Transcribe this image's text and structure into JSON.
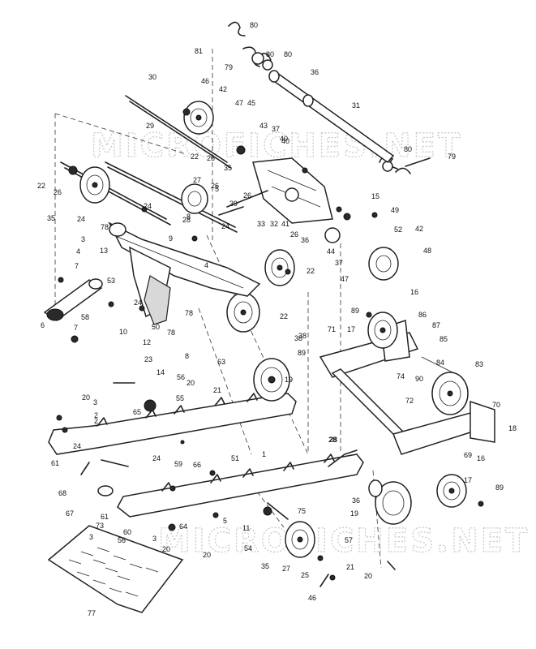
{
  "watermark": {
    "top": "MICROFICHES.NET",
    "bottom": "MICROFICHES.NET"
  },
  "callouts": [
    "80",
    "81",
    "80",
    "79",
    "80",
    "36",
    "30",
    "46",
    "42",
    "47",
    "45",
    "31",
    "29",
    "43",
    "37",
    "40",
    "80",
    "79",
    "22",
    "26",
    "35",
    "22",
    "26",
    "5",
    "35",
    "8",
    "39",
    "26",
    "27",
    "26",
    "24",
    "4",
    "3",
    "33",
    "32",
    "41",
    "15",
    "49",
    "78",
    "28",
    "24",
    "24",
    "13",
    "26",
    "44",
    "52",
    "42",
    "48",
    "9",
    "37",
    "22",
    "47",
    "4",
    "7",
    "53",
    "50",
    "36",
    "89",
    "17",
    "16",
    "86",
    "87",
    "6",
    "7",
    "58",
    "24",
    "10",
    "12",
    "78",
    "78",
    "22",
    "38",
    "8",
    "63",
    "2",
    "20",
    "21",
    "89",
    "85",
    "84",
    "83",
    "90",
    "74",
    "23",
    "14",
    "56",
    "55",
    "19",
    "72",
    "70",
    "20",
    "3",
    "65",
    "2",
    "61",
    "18",
    "28",
    "51",
    "1",
    "24",
    "59",
    "66",
    "69",
    "16",
    "68",
    "67",
    "61",
    "36",
    "89",
    "17",
    "73",
    "60",
    "3",
    "64",
    "20",
    "19",
    "11",
    "54",
    "75",
    "57",
    "35",
    "27",
    "25",
    "21",
    "20",
    "46",
    "77",
    "3",
    "5",
    "56",
    "24",
    "20",
    "71",
    "40",
    "28",
    "38"
  ]
}
